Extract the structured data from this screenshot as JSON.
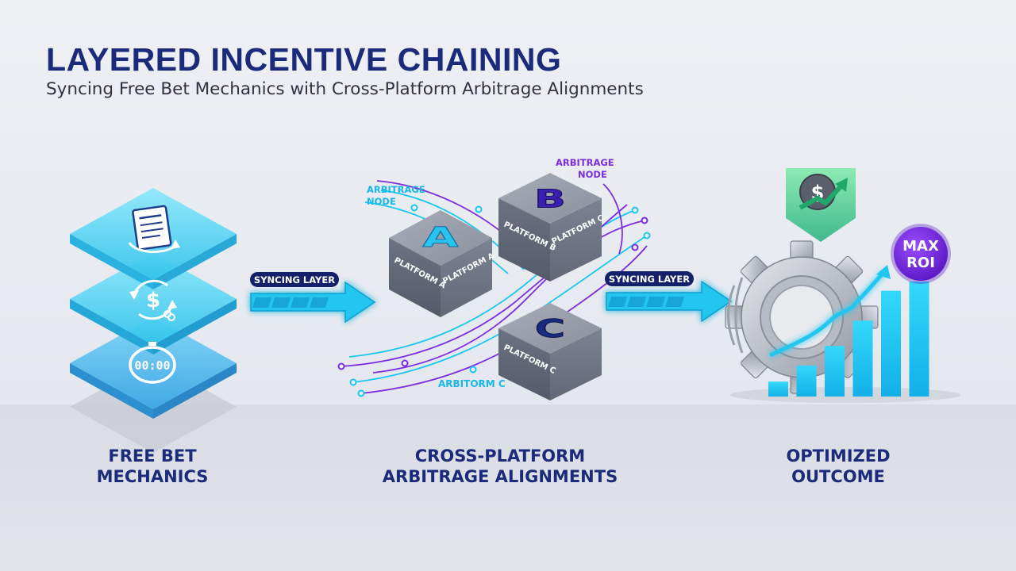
{
  "header": {
    "title": "LAYERED INCENTIVE CHAINING",
    "subtitle": "Syncing Free Bet Mechanics with Cross-Platform Arbitrage Alignments"
  },
  "stack": {
    "icons": [
      "document-icon",
      "dollar-cycle-icon",
      "timer-icon"
    ],
    "timer_text": "00:00"
  },
  "syncing_label_left": "SYNCING LAYER",
  "syncing_label_right": "SYNCING LAYER",
  "cubes": {
    "a": {
      "letter": "A",
      "face_left": "PLATFORM A",
      "face_right": "PLATFORM A"
    },
    "b": {
      "letter": "B",
      "face_left": "PLATFORM B",
      "face_right": "PLATFORM C"
    },
    "c": {
      "letter": "C",
      "face_left": "PLATFORM C"
    }
  },
  "annotations": {
    "node_left": [
      "ARBITRAGE",
      "NODE"
    ],
    "node_top": [
      "ARBITRAGE",
      "NODE"
    ],
    "arb_c": "ARBITORM C"
  },
  "outcome": {
    "badge_line1": "MAX",
    "badge_line2": "ROI",
    "bar_levels": [
      0.13,
      0.27,
      0.44,
      0.66,
      0.92,
      1.0
    ],
    "coin_symbol": "$"
  },
  "bottom_labels": {
    "left": [
      "FREE BET",
      "MECHANICS"
    ],
    "center": [
      "CROSS-PLATFORM",
      "ARBITRAGE ALIGNMENTS"
    ],
    "right": [
      "OPTIMIZED",
      "OUTCOME"
    ]
  },
  "colors": {
    "title": "#1b2a7a",
    "cyan": "#19c8f0",
    "purple": "#7a2ee0",
    "navy": "#15206a",
    "cube_gray": "#6b7080"
  }
}
